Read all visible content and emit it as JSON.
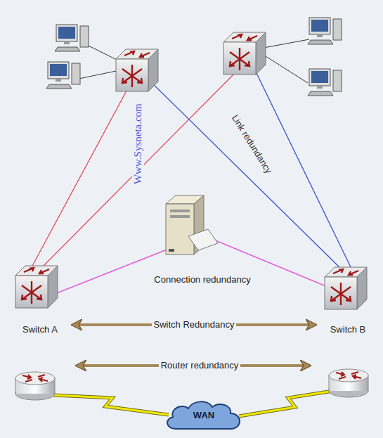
{
  "diagram": {
    "nodes": [
      {
        "text": [
          "Switch A"
        ]
      },
      {
        "text": [
          "Switch B"
        ]
      },
      {
        "text": [
          "WAN"
        ]
      }
    ],
    "edges": [
      {
        "from": 0,
        "to": 1,
        "arrow": "both",
        "label": "Switch Redundancy"
      }
    ],
    "labels": [
      "Www.Sysneta.com",
      "Link redundancy",
      "Connection redundancy",
      "Router redundancy"
    ]
  }
}
